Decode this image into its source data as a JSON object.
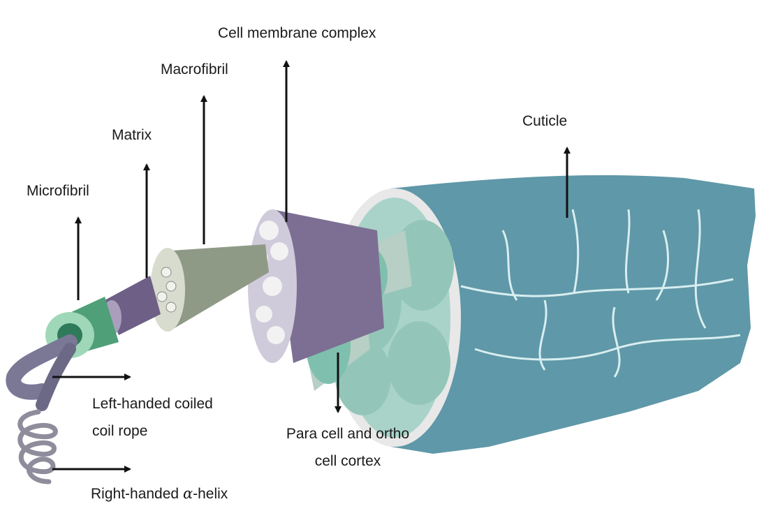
{
  "labels": {
    "cell_membrane_complex": "Cell membrane complex",
    "macrofibril": "Macrofibril",
    "matrix": "Matrix",
    "microfibril": "Microfibril",
    "cuticle": "Cuticle",
    "left_handed_line1": "Left-handed coiled",
    "left_handed_line2": "coil rope",
    "para_ortho_line1": "Para cell and ortho",
    "para_ortho_line2": "cell cortex",
    "right_handed_prefix": "Right-handed ",
    "right_handed_greek": "α",
    "right_handed_suffix": "-helix"
  },
  "colors": {
    "cuticle": "#5f98a8",
    "cortex": "#a9d3c9",
    "membrane": "#7d6f93",
    "macrofibril": "#8f9a86",
    "matrix_segment": "#6e5f86",
    "microfibril": "#4f9f79",
    "helix": "#7f7f95",
    "arrow": "#111111"
  }
}
